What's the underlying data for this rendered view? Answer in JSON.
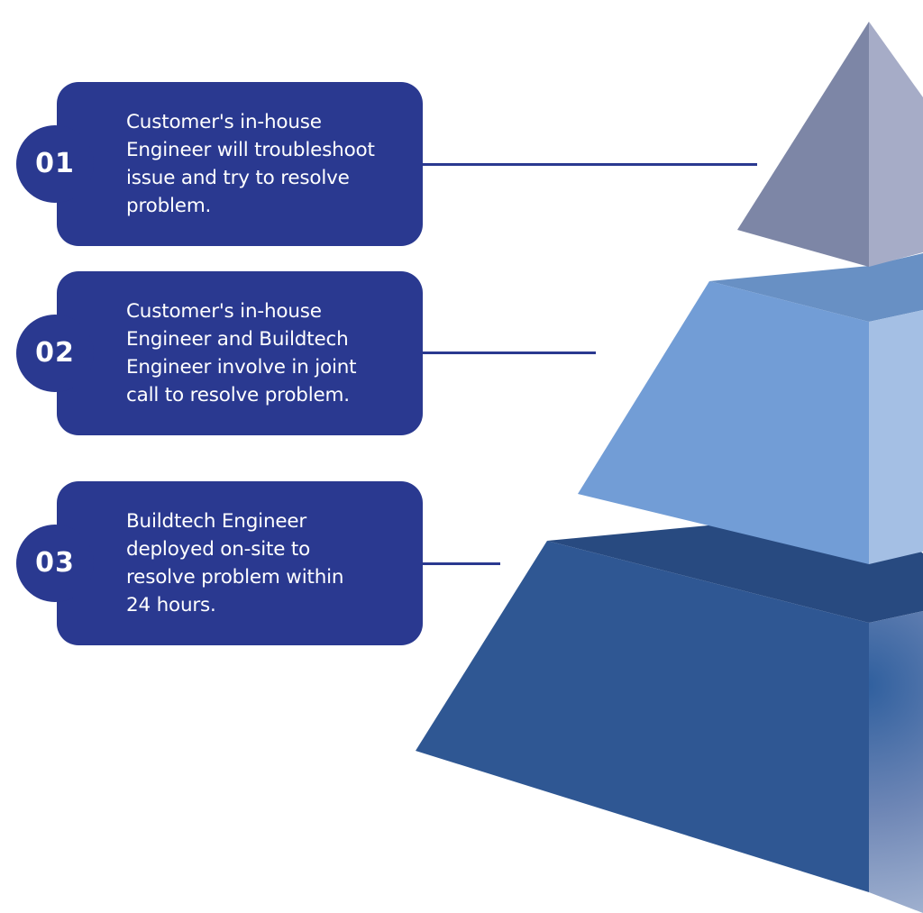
{
  "colors": {
    "card_fill": "#2a3990",
    "connector": "#2a3990",
    "text": "#ffffff",
    "tier_top_left": "#7d86a6",
    "tier_top_right": "#a6acc7",
    "tier_middle_front": "#729dd6",
    "tier_middle_side": "#a4bfe4",
    "tier_bottom_front": "#2f5793",
    "tier_bottom_side": "#8a9fc3"
  },
  "steps": [
    {
      "number": "01",
      "text": "Customer's in-house\nEngineer will troubleshoot\nissue and try to resolve\nproblem."
    },
    {
      "number": "02",
      "text": "Customer's in-house\nEngineer and Buildtech\nEngineer involve in joint\ncall to resolve problem."
    },
    {
      "number": "03",
      "text": "Buildtech Engineer\ndeployed on-site to\nresolve problem within\n24 hours."
    }
  ]
}
